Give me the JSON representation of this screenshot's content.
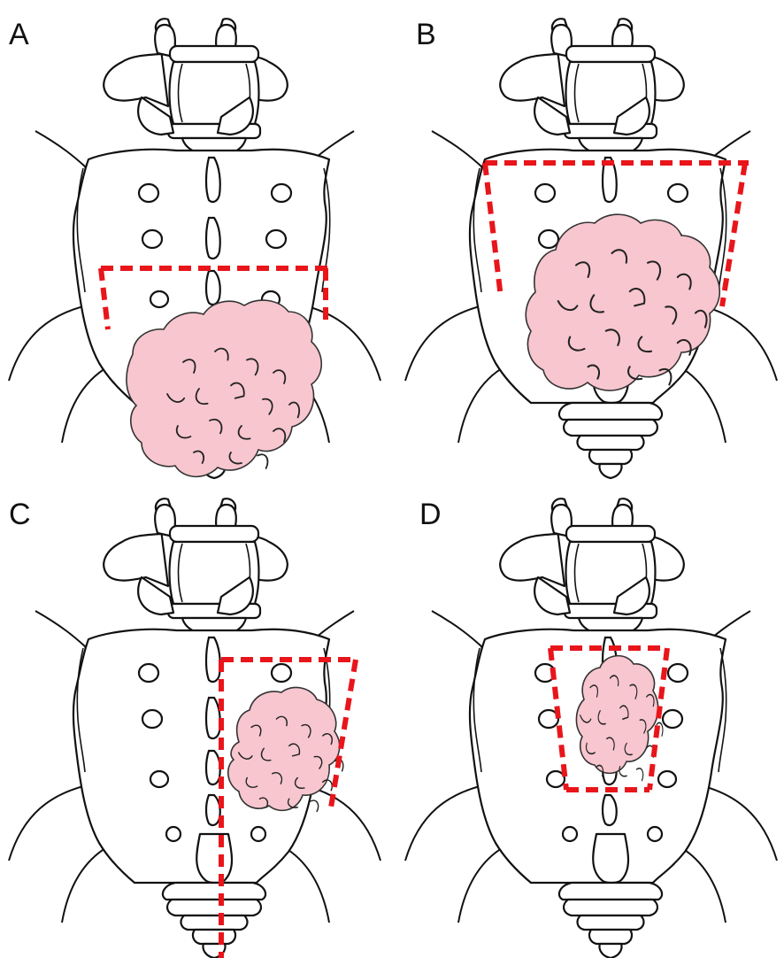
{
  "figure": {
    "panels": [
      {
        "id": "a",
        "label": "A"
      },
      {
        "id": "b",
        "label": "B"
      },
      {
        "id": "c",
        "label": "C"
      },
      {
        "id": "d",
        "label": "D"
      }
    ]
  },
  "colors": {
    "resection_margin": "#e8151b",
    "tumor_fill": "#f7c6cf",
    "outline": "#111111",
    "background": "#ffffff"
  }
}
